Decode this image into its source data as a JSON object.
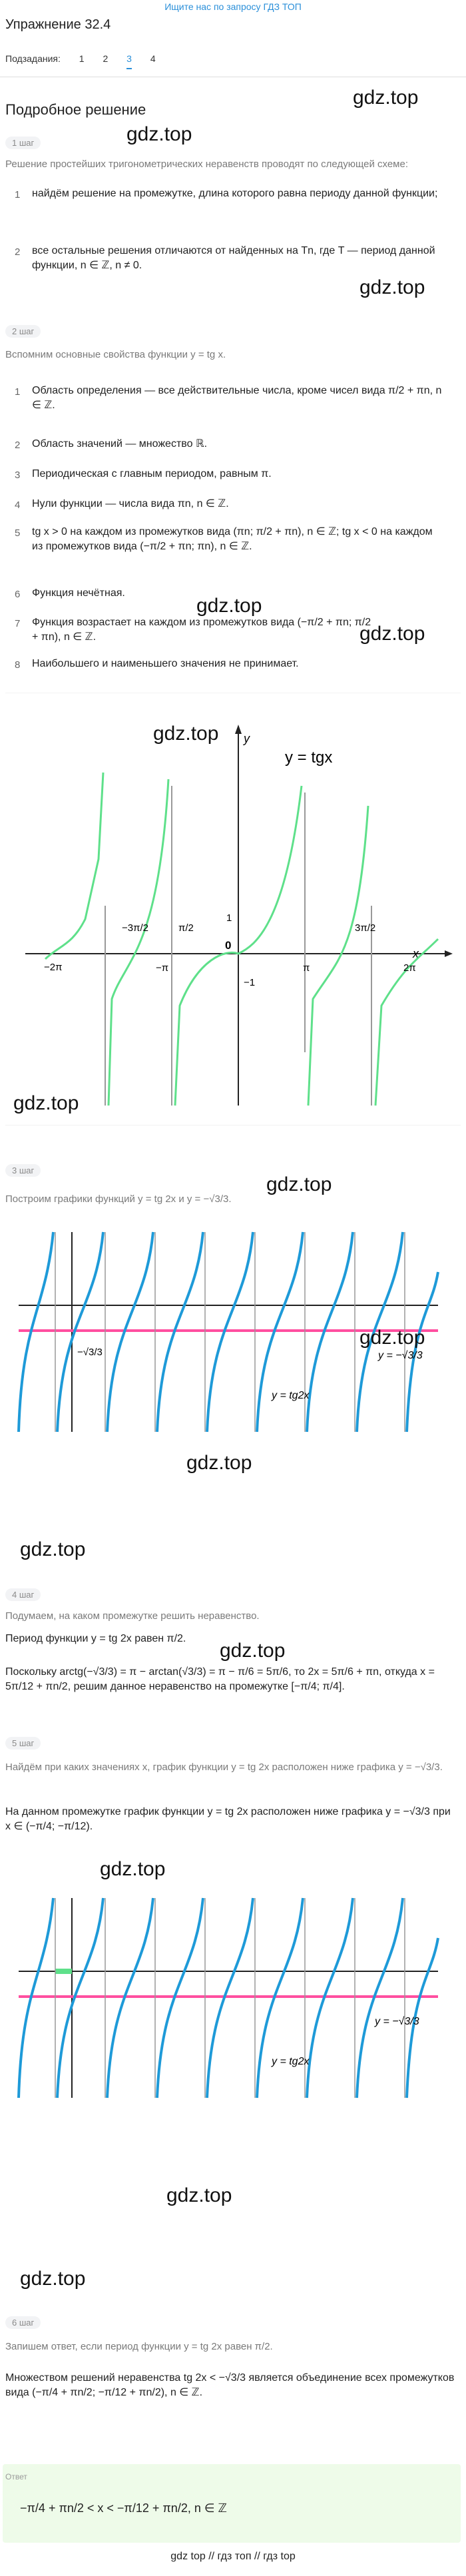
{
  "topbar": "Ищите нас по запросу ГДЗ ТОП",
  "title": "Упражнение 32.4",
  "subnav": {
    "label": "Подзадания:",
    "items": [
      "1",
      "2",
      "3",
      "4"
    ],
    "active": 2
  },
  "section": "Подробное решение",
  "watermark": "gdz.top",
  "steps": [
    "1 шаг",
    "2 шаг",
    "3 шаг",
    "4 шаг",
    "5 шаг",
    "6 шаг"
  ],
  "step1": {
    "intro": "Решение простейших тригонометрических неравенств проводят по следующей схеме:",
    "items": [
      "найдём решение на промежутке, длина которого равна периоду данной функции;",
      "все остальные решения отличаются от найденных на Tn, где T — период данной функции, n ∈ ℤ, n ≠ 0."
    ]
  },
  "step2": {
    "intro": "Вспомним основные свойства функции y = tg x.",
    "items": [
      "Область определения — все действительные числа, кроме чисел вида π/2 + πn, n ∈ ℤ.",
      "Область значений — множество ℝ.",
      "Периодическая с главным периодом, равным π.",
      "Нули функции — числа вида πn, n ∈ ℤ.",
      "tg x > 0 на каждом из промежутков вида (πn; π/2 + πn), n ∈ ℤ; tg x < 0 на каждом из промежутков вида (−π/2 + πn; πn), n ∈ ℤ.",
      "Функция нечётная.",
      "Функция возрастает на каждом из промежутков вида (−π/2 + πn; π/2 + πn), n ∈ ℤ.",
      "Наибольшего и наименьшего значения не принимает."
    ]
  },
  "graph1": {
    "label": "y = tgx",
    "ticks": [
      "−2π",
      "−3π/2",
      "−π",
      "π/2",
      "π",
      "3π/2",
      "2π",
      "1",
      "−1",
      "0"
    ]
  },
  "step3": {
    "intro": "Построим графики функций y = tg 2x и y = −√3/3."
  },
  "graph2": {
    "line_label": "y = −√3/3",
    "curve_label": "y = tg2x",
    "tick": "−√3/3"
  },
  "step4": {
    "intro": "Подумаем, на каком промежутке решить неравенство.",
    "p1": "Период функции y = tg 2x равен π/2.",
    "p2": "Поскольку arctg(−√3/3) = π − arctan(√3/3) = π − π/6 = 5π/6, то 2x = 5π/6 + πn, откуда x = 5π/12 + πn/2, решим данное неравенство на промежутке [−π/4; π/4]."
  },
  "step5": {
    "intro": "Найдём при каких значениях x, график функции y = tg 2x расположен ниже графика y = −√3/3.",
    "p1": "На данном промежутке график функции y = tg 2x расположен ниже графика y = −√3/3 при x ∈ (−π/4; −π/12)."
  },
  "graph3": {
    "line_label": "y = −√3/3",
    "curve_label": "y = tg2x"
  },
  "step6": {
    "intro": "Запишем ответ, если период функции y = tg 2x равен π/2.",
    "p1": "Множеством решений неравенства tg 2x < −√3/3 является объединение всех промежутков вида (−π/4 + πn/2; −π/12 + πn/2), n ∈ ℤ."
  },
  "answer": {
    "label": "Ответ",
    "text": "−π/4 + πn/2 < x < −π/12 + πn/2, n ∈ ℤ"
  },
  "footer": "gdz top // гдз топ // гдз top",
  "colors": {
    "accent": "#2a8fd9",
    "green_curve": "#5ee08a",
    "blue_curve": "#1e9ad8",
    "pink_line": "#ff4fa0",
    "answer_bg": "#eefbe9"
  }
}
